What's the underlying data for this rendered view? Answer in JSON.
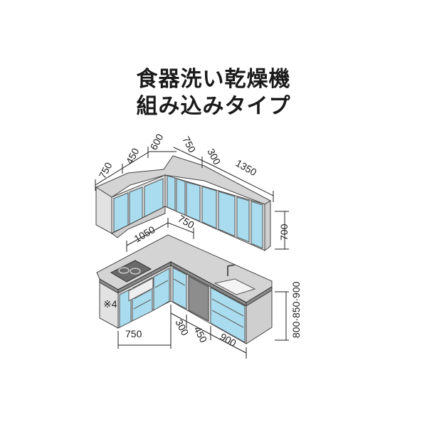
{
  "title": {
    "line1": "食器洗い乾燥機",
    "line2": "組み込みタイプ"
  },
  "upper_dims": {
    "left": [
      "750",
      "450",
      "600"
    ],
    "right": [
      "750",
      "300",
      "1350"
    ],
    "height": "700"
  },
  "counter_dims": {
    "left": "1050",
    "right": "750"
  },
  "base_dims": {
    "note": "※4",
    "left_width": "750",
    "right_widths": [
      "300",
      "450",
      "900"
    ],
    "heights": "800·850·900"
  },
  "colors": {
    "door": "#a8dcee",
    "cabinet": "#e2e2e2",
    "countertop": "#d4d4d4"
  }
}
